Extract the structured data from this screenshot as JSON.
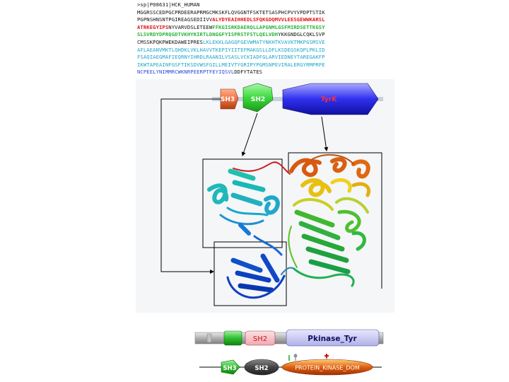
{
  "sequence": {
    "lines": [
      [
        {
          "t": ">sp|P08631|HCK_HUMAN",
          "c": "black"
        }
      ],
      [
        {
          "t": "MGGRSSCEDPGCPRDEERAPRMGCMKSKFLQVGGNTFSKTETSASPHCPVYVPDPTSTIK",
          "c": "black"
        }
      ],
      [
        {
          "t": "PGPNSHNSNTPGIREAGSEDIIVV",
          "c": "black"
        },
        {
          "t": "ALYDYEAIHHEDLSFQKGDQMVVLEESGEWWKARSL",
          "c": "red"
        }
      ],
      [
        {
          "t": "ATRKEGYIPS",
          "c": "red"
        },
        {
          "t": "NYVARVDSLETEEW",
          "c": "black"
        },
        {
          "t": "FFKGISRKDAERQLLAPGNMLGSFMIRDSETTKGSY",
          "c": "green"
        }
      ],
      [
        {
          "t": "SLSVRDYDPRQGDTVKHYKIRTLDNGGFYISPRSTFSTLQELVDH",
          "c": "green"
        },
        {
          "t": "YKKGNDGLCQKLSVP",
          "c": "black"
        }
      ],
      [
        {
          "t": "CMSSKPQKPWEKDAWEIPRES",
          "c": "black"
        },
        {
          "t": "LKLEKKLGAGQFGEVWMATYNKHTKVAVKTMKPGSMSVE",
          "c": "cyan"
        }
      ],
      [
        {
          "t": "AFLAEANVMKTLQHDKLVKLHAVVTKEPIYIITEFMAKGSLLDFLKSDEGSKQPLPKLID",
          "c": "cyan"
        }
      ],
      [
        {
          "t": "FSAQIAEGMAFIEQRNYIHRDLRAANILVSASLVCKIADFGLARVIEDNEYTAREGAKFP",
          "c": "cyan"
        }
      ],
      [
        {
          "t": "IKWTAPEAINFGSFTIKSDVWSFGILLMEIVTYGRIPYPGMSNPEVIRALERGYRMPRPE",
          "c": "cyan"
        }
      ],
      [
        {
          "t": "NCPEELYNIMMRCWKNRPEERPTFEYIQSVL",
          "c": "blue"
        },
        {
          "t": "DDFYTATES",
          "c": "black"
        }
      ]
    ]
  },
  "top_domains": {
    "sh3": "SH3",
    "sh2": "SH2",
    "tyrk": "TyrK"
  },
  "pfam_track": {
    "sh2": "SH2",
    "pkinase": "Pkinase_Tyr"
  },
  "smart_track": {
    "sh3": "SH3",
    "sh2": "SH2",
    "kinase": "PROTEIN_KINASE_DOM"
  },
  "colors": {
    "sh3": "#f07040",
    "sh2": "#3ed93e",
    "tyrk": "#2d2df0",
    "pfam_sh2": "#f4b0b8",
    "pfam_kinase": "#c0c0ef",
    "smart_kinase": "#e06010"
  }
}
